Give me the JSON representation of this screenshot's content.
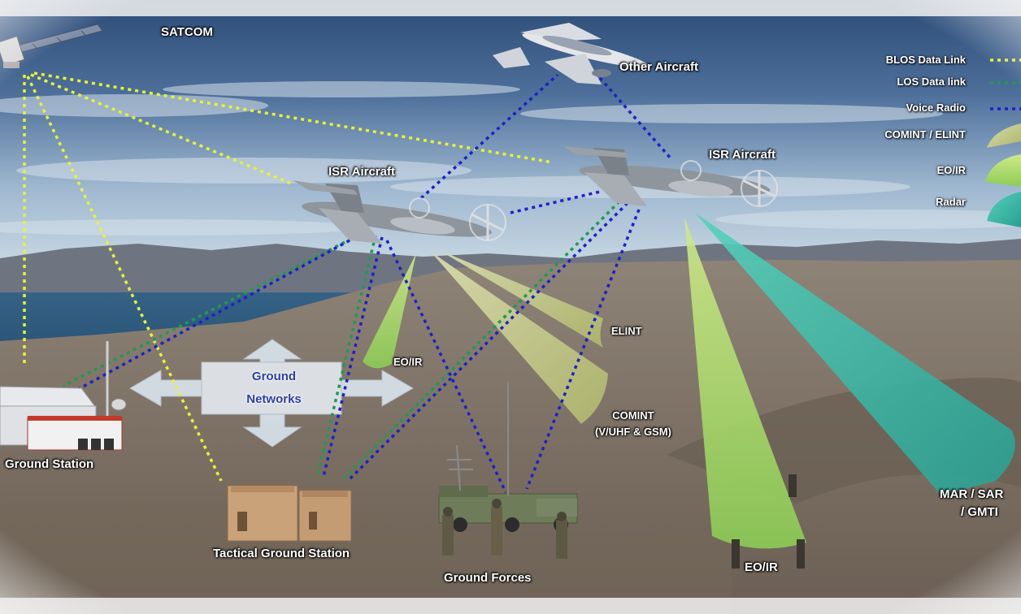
{
  "labels": {
    "satcom": "SATCOM",
    "other_aircraft": "Other Aircraft",
    "isr_aircraft_left": "ISR Aircraft",
    "isr_aircraft_right": "ISR Aircraft",
    "ground_networks_line1": "Ground",
    "ground_networks_line2": "Networks",
    "eoir_left": "EO/IR",
    "elint": "ELINT",
    "comint_line1": "COMINT",
    "comint_line2": "(V/UHF & GSM)",
    "eoir_right": "EO/IR",
    "mar_sar_line1": "MAR / SAR",
    "mar_sar_line2": "/ GMTI",
    "ground_station": "Ground Station",
    "tactical_ground_station": "Tactical Ground Station",
    "ground_forces": "Ground Forces"
  },
  "legend": {
    "items": [
      {
        "label": "BLOS Data Link",
        "style": "dotted",
        "color": "#e6f23a"
      },
      {
        "label": "LOS Data link",
        "style": "dotted",
        "color": "#1f9a52"
      },
      {
        "label": "Voice Radio",
        "style": "dotted",
        "color": "#1b22c8"
      },
      {
        "label": "COMINT / ELINT",
        "style": "swatch",
        "color": "#bfc78a"
      },
      {
        "label": "EO/IR",
        "style": "swatch",
        "color": "#9fdc6a"
      },
      {
        "label": "Radar",
        "style": "swatch",
        "color": "#2fb7a6"
      }
    ]
  }
}
